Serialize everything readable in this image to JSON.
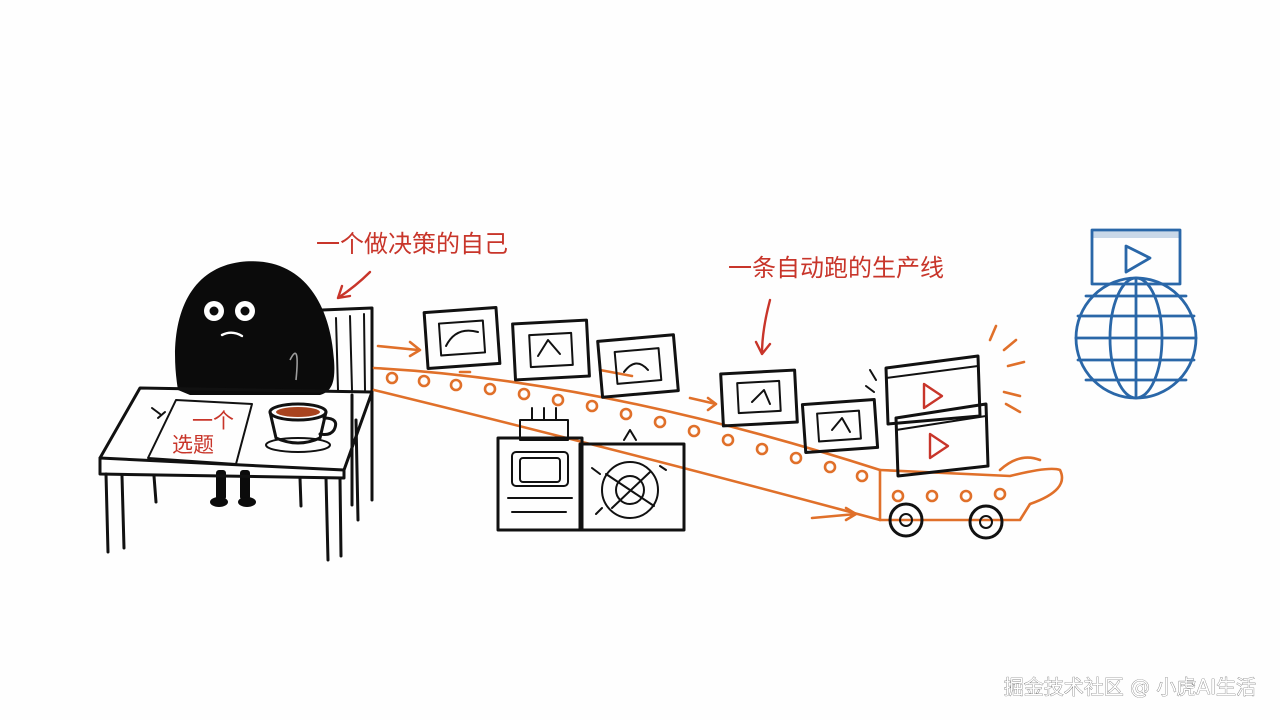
{
  "annotations": {
    "decision_self": "一个做决策的自己",
    "production_line": "一条自动跑的生产线",
    "topic_note_line1": "一个",
    "topic_note_line2": "选题"
  },
  "watermark": "掘金技术社区 @ 小虎AI生活",
  "colors": {
    "ink": "#111111",
    "annotation_red": "#c8352a",
    "conveyor_orange": "#e0702a",
    "globe_blue": "#2a67a8",
    "background": "#fefefe"
  },
  "icons": [
    "blob-character",
    "desk",
    "chair",
    "coffee-cup",
    "note-paper",
    "conveyor-belt",
    "video-frame",
    "machine",
    "cart",
    "globe",
    "play-icon"
  ]
}
